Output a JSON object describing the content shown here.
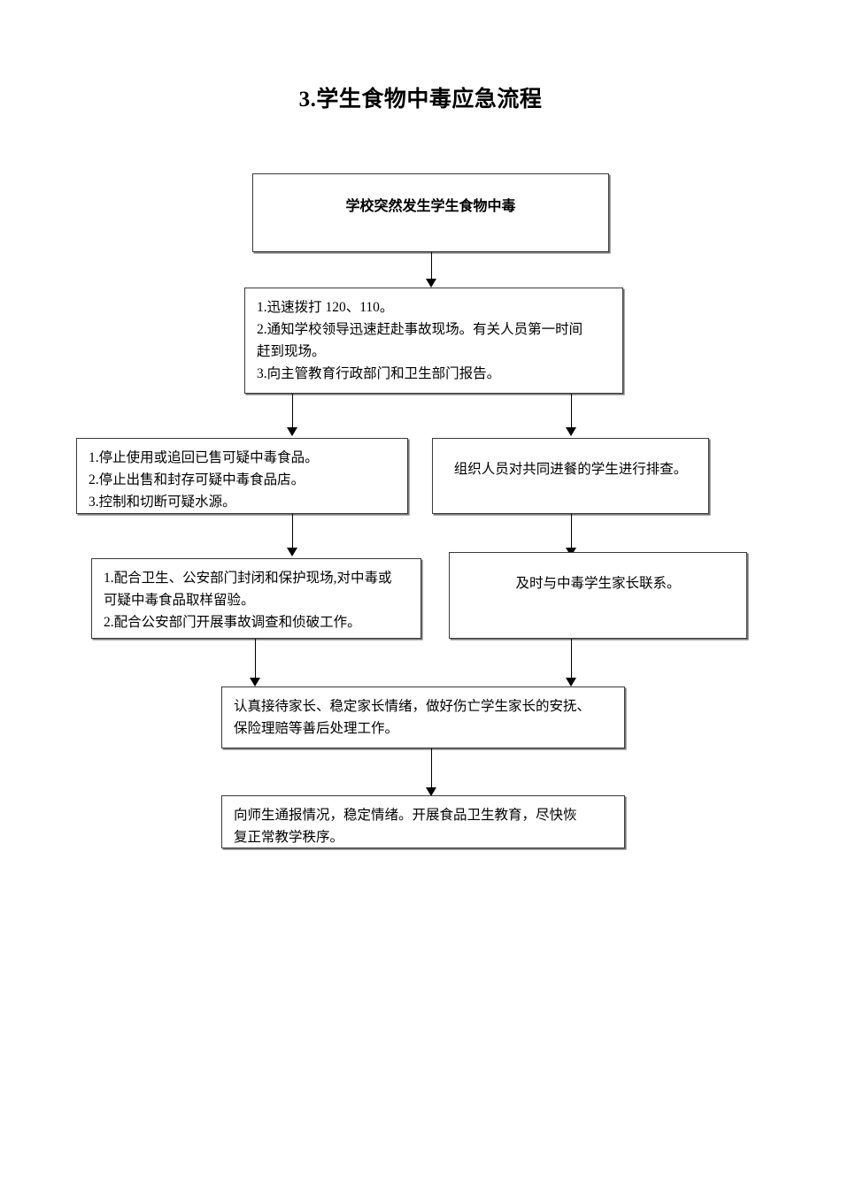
{
  "document": {
    "title": "3.学生食物中毒应急流程"
  },
  "flowchart": {
    "type": "flowchart",
    "orientation": "top-to-bottom",
    "nodes": [
      {
        "id": "n1",
        "name": "incident-trigger",
        "align": "center",
        "bold": true,
        "lines": [
          "学校突然发生学生食物中毒"
        ]
      },
      {
        "id": "n2",
        "name": "immediate-response",
        "align": "left",
        "bold": false,
        "lines": [
          "1.迅速拨打 120、110。",
          "2.通知学校领导迅速赶赴事故现场。有关人员第一时间",
          "赶到现场。",
          "3.向主管教育行政部门和卫生部门报告。"
        ]
      },
      {
        "id": "n3",
        "name": "food-control-measures",
        "align": "left",
        "bold": false,
        "lines": [
          "1.停止使用或追回已售可疑中毒食品。",
          "2.停止出售和封存可疑中毒食品店。",
          "3.控制和切断可疑水源。"
        ]
      },
      {
        "id": "n4",
        "name": "screen-diners",
        "align": "center",
        "bold": false,
        "lines": [
          "组织人员对共同进餐的学生进行排查。"
        ]
      },
      {
        "id": "n5",
        "name": "cooperate-investigation",
        "align": "left",
        "bold": false,
        "lines": [
          "1.配合卫生、公安部门封闭和保护现场,对中毒或",
          "可疑中毒食品取样留验。",
          "2.配合公安部门开展事故调查和侦破工作。"
        ]
      },
      {
        "id": "n6",
        "name": "contact-parents",
        "align": "center",
        "bold": false,
        "lines": [
          "及时与中毒学生家长联系。"
        ]
      },
      {
        "id": "n7",
        "name": "parent-aftercare",
        "align": "left",
        "bold": false,
        "lines": [
          "认真接待家长、稳定家长情绪，做好伤亡学生家长的安抚、",
          "保险理赔等善后处理工作。"
        ]
      },
      {
        "id": "n8",
        "name": "report-and-restore",
        "align": "left",
        "bold": false,
        "lines": [
          "向师生通报情况，稳定情绪。开展食品卫生教育，尽快恢",
          "复正常教学秩序。"
        ]
      }
    ],
    "edges": [
      {
        "from": "n1",
        "to": "n2"
      },
      {
        "from": "n2",
        "to": "n3"
      },
      {
        "from": "n2",
        "to": "n4"
      },
      {
        "from": "n3",
        "to": "n5"
      },
      {
        "from": "n4",
        "to": "n6"
      },
      {
        "from": "n5",
        "to": "n7"
      },
      {
        "from": "n6",
        "to": "n7"
      },
      {
        "from": "n7",
        "to": "n8"
      }
    ]
  }
}
